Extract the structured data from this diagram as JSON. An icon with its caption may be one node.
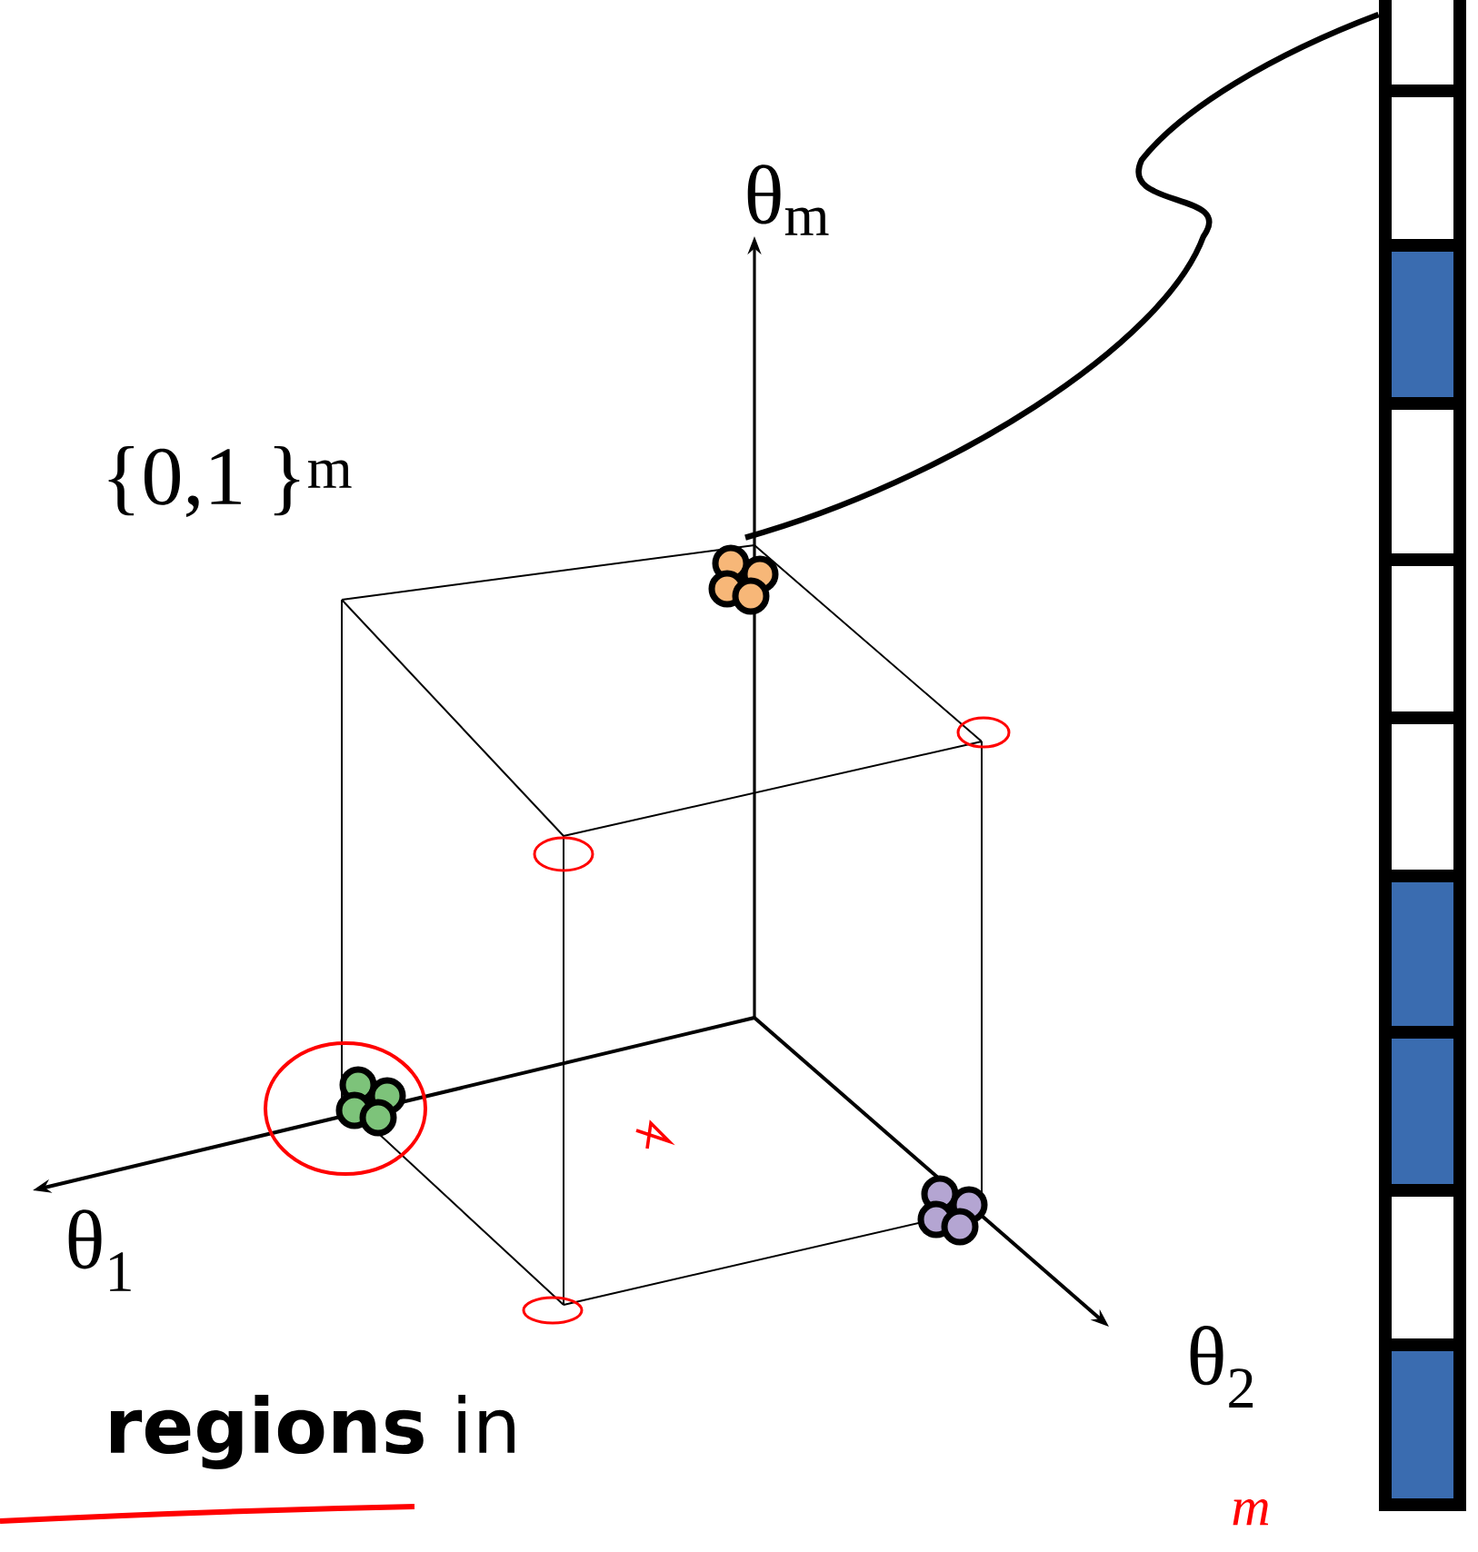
{
  "diagram": {
    "nodes": [
      {
        "text": [],
        "shape": "circle"
      },
      {
        "text": [],
        "shape": "bar"
      }
    ],
    "edges": [
      {
        "from": 0,
        "to": 1,
        "arrow": "none"
      }
    ],
    "labels": [
      "θ$_{m}$",
      "{0,1 }$^{m}$",
      "θ$_{1}$",
      "θ$_{2}$",
      "**regions** in",
      "m"
    ]
  }
}
